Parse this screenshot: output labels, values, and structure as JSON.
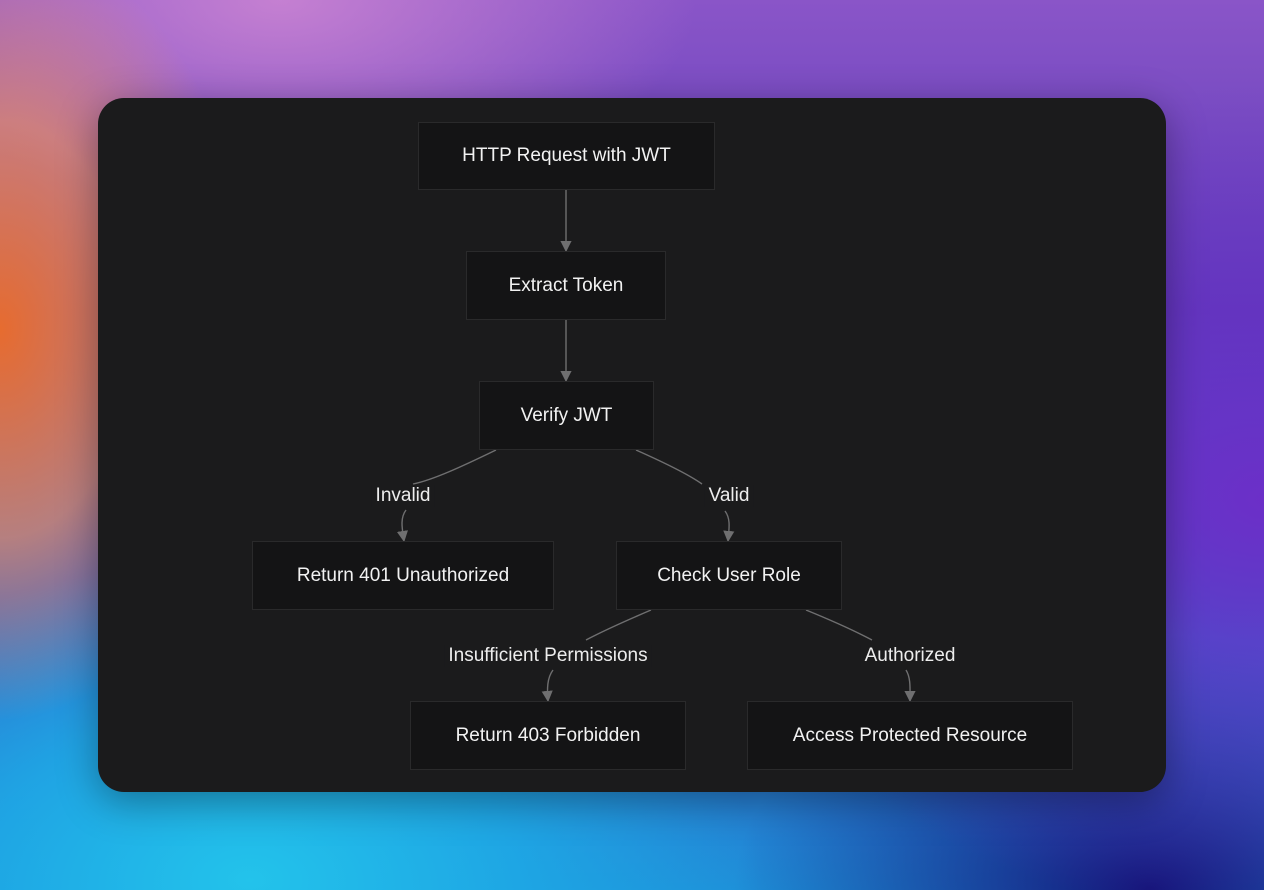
{
  "diagram": {
    "nodes": {
      "http_request": "HTTP Request with JWT",
      "extract_token": "Extract Token",
      "verify_jwt": "Verify JWT",
      "return_401": "Return 401 Unauthorized",
      "check_role": "Check User Role",
      "return_403": "Return 403 Forbidden",
      "access_resource": "Access Protected Resource"
    },
    "edges": {
      "invalid": "Invalid",
      "valid": "Valid",
      "insufficient": "Insufficient Permissions",
      "authorized": "Authorized"
    }
  },
  "colors": {
    "card_background": "#1b1b1c",
    "node_background": "#141415",
    "node_border": "#2a2a2b",
    "edge": "#6f6f70",
    "text": "#f2f2f2"
  }
}
